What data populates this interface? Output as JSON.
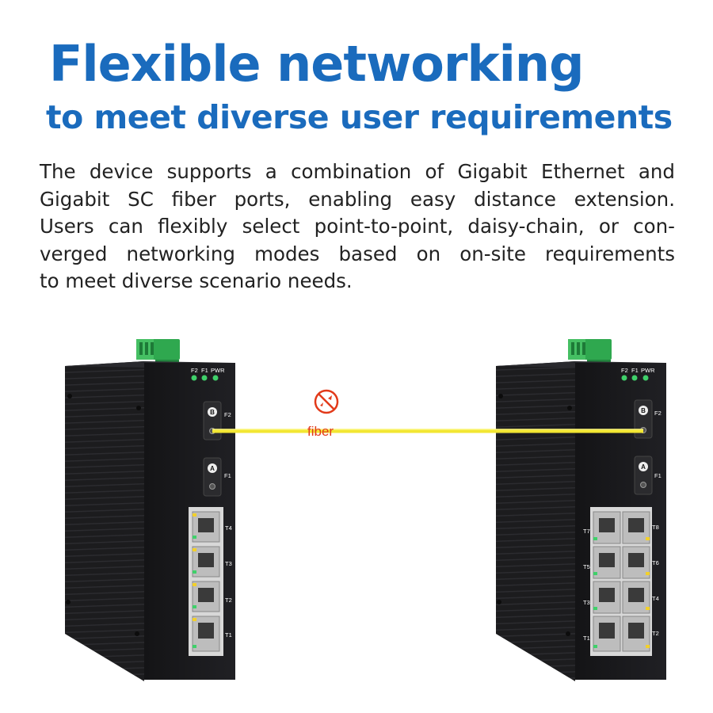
{
  "heading": {
    "line1": "Flexible networking",
    "line2": "to meet diverse user requirements"
  },
  "description": {
    "lines": [
      "The device supports a combination of Gigabit Ethernet and",
      "Gigabit SC fiber ports, enabling easy distance extension.",
      "Users can flexibly select point-to-point, daisy-chain, or con-",
      "verged networking modes based on on-site requirements",
      "to meet diverse scenario needs."
    ]
  },
  "left_switch": {
    "leds": [
      "F2",
      "F1",
      "PWR"
    ],
    "fiber_ports": [
      {
        "badge": "B",
        "label": "F2"
      },
      {
        "badge": "A",
        "label": "F1"
      }
    ],
    "eth_ports": [
      "T4",
      "T3",
      "T2",
      "T1"
    ]
  },
  "right_switch": {
    "leds": [
      "F2",
      "F1",
      "PWR"
    ],
    "fiber_ports": [
      {
        "badge": "B",
        "label": "F2"
      },
      {
        "badge": "A",
        "label": "F1"
      }
    ],
    "eth_ports_left": [
      "T7",
      "T5",
      "T3",
      "T1"
    ],
    "eth_ports_right": [
      "T8",
      "T6",
      "T4",
      "T2"
    ]
  },
  "link": {
    "label": "fiber",
    "icon": "no-signal-fiber-icon",
    "color": "#f2e632"
  },
  "colors": {
    "heading": "#1a6bbd",
    "terminal": "#2fa84f",
    "led": "#3fd06a"
  }
}
